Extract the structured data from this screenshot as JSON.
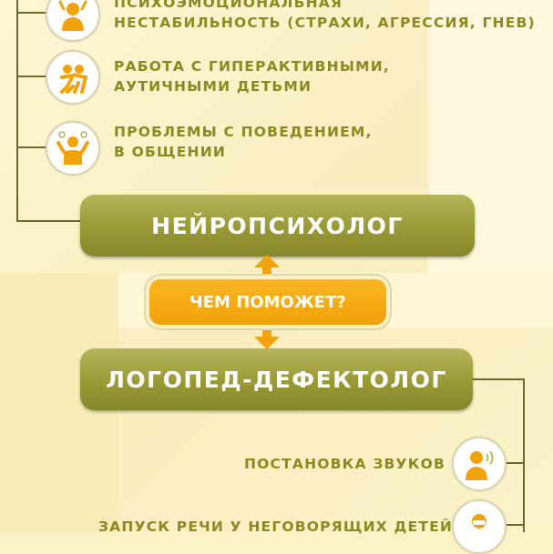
{
  "top_items": [
    {
      "icon": "frustrated-child-icon",
      "lines": [
        "ПСИХОЭМОЦИОНАЛЬНАЯ",
        "НЕСТАБИЛЬНОСТЬ (СТРАХИ, АГРЕССИЯ, ГНЕВ)"
      ]
    },
    {
      "icon": "hyperactive-children-icon",
      "lines": [
        "РАБОТА С ГИПЕРАКТИВНЫМИ,",
        "АУТИЧНЫМИ ДЕТЬМИ"
      ]
    },
    {
      "icon": "angry-child-icon",
      "lines": [
        "ПРОБЛЕМЫ С ПОВЕДЕНИЕМ,",
        "В ОБЩЕНИИ"
      ]
    }
  ],
  "neuropsychologist_label": "НЕЙРОПСИХОЛОГ",
  "center_question": "ЧЕМ ПОМОЖЕТ?",
  "speech_therapist_label": "ЛОГОПЕД-ДЕФЕКТОЛОГ",
  "bottom_items": [
    {
      "icon": "speaking-child-icon",
      "text": "ПОСТАНОВКА ЗВУКОВ"
    },
    {
      "icon": "talking-child-icon",
      "text": "ЗАПУСК РЕЧИ У НЕГОВОРЯЩИХ ДЕТЕЙ"
    }
  ],
  "colors": {
    "olive": "#999936",
    "orange": "#f2a20b",
    "text_olive": "#8a8a20",
    "line": "#6b6a2e"
  }
}
